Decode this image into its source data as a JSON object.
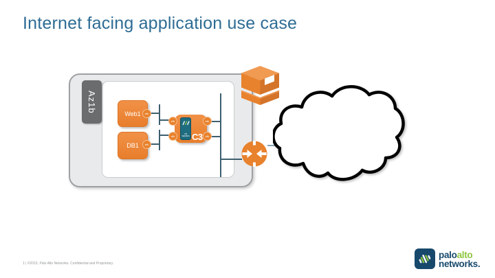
{
  "slide": {
    "title": "Internet facing application use case",
    "footer": "1 | ©2015, Palo Alto Networks. Confidential and Proprietary."
  },
  "diagram": {
    "zone_label": "Az1b",
    "web_server_label": "Web1",
    "db_server_label": "DB1",
    "firewall_label": "C3",
    "firewall_series_label": "VM SERIES",
    "port_label": "eth",
    "icons": {
      "vpc_cube": "aws-vpc-cube-icon",
      "internet_gateway": "internet-gateway-icon",
      "internet_cloud": "internet-cloud-shape"
    }
  },
  "logo": {
    "word_part1": "palo",
    "word_part2": "alto",
    "word_part3": "networks."
  },
  "colors": {
    "title_blue": "#2E6C94",
    "aws_orange": "#E8822D",
    "aws_orange_dark": "#D4742A",
    "aws_orange_light": "#F09A52",
    "firewall_panel_teal": "#1E6C80",
    "line_dark": "#3D5E6E",
    "line_light": "#85A3B4",
    "zone_tab_gray": "#6A6C6E",
    "vpc_fill_gray": "#E9EAEB",
    "vpc_border_gray": "#9FA1A4",
    "logo_navy": "#17496C",
    "logo_green": "#8DC63F"
  }
}
